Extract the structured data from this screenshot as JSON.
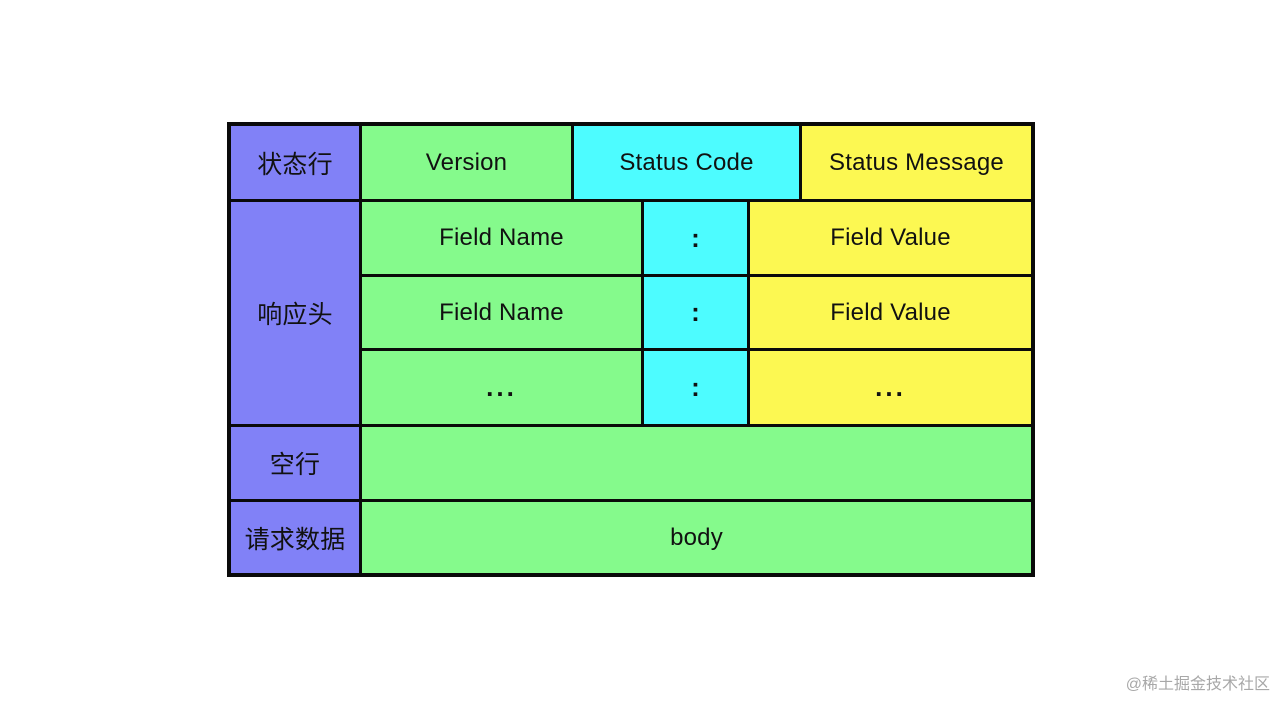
{
  "diagram": {
    "rows": {
      "status_line": {
        "label": "状态行",
        "cells": {
          "version": "Version",
          "status_code": "Status Code",
          "status_message": "Status Message"
        }
      },
      "response_headers": {
        "label": "响应头",
        "entries": [
          {
            "name": "Field Name",
            "sep": ":",
            "value": "Field Value"
          },
          {
            "name": "Field Name",
            "sep": ":",
            "value": "Field Value"
          },
          {
            "name": "...",
            "sep": ":",
            "value": "..."
          }
        ]
      },
      "blank_line": {
        "label": "空行",
        "content": ""
      },
      "request_data": {
        "label": "请求数据",
        "content": "body"
      }
    },
    "colors": {
      "purple": "#8181F7",
      "green": "#85FA8C",
      "cyan": "#4DFCFF",
      "yellow": "#FCF852",
      "border": "#0A0A0A",
      "text": "#111111"
    }
  },
  "watermark": "@稀土掘金技术社区"
}
